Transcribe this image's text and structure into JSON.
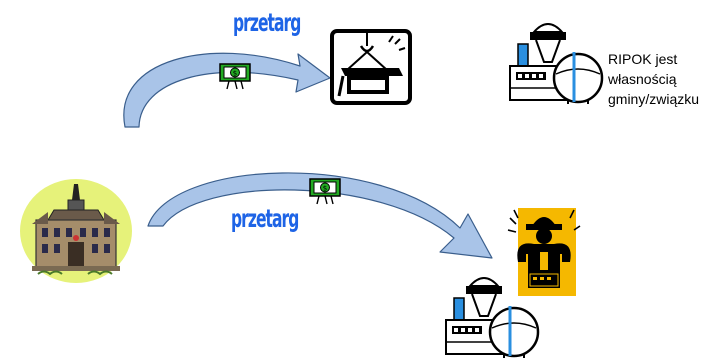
{
  "labels": {
    "tender_top": "przetarg",
    "tender_bottom": "przetarg"
  },
  "note": {
    "line1": "RIPOK jest",
    "line2": "własnością",
    "line3": "gminy/związku"
  },
  "colors": {
    "tender_text": "#1E64E6",
    "arrow_fill": "#A9C4E8",
    "arrow_stroke": "#3A5E8C",
    "money_green": "#22AA22",
    "building_bg": "#E6F27A",
    "worker_bg": "#F5B800"
  },
  "icons": [
    "money-icon",
    "crane-icon",
    "plant-icon",
    "town-hall-icon",
    "worker-icon"
  ]
}
